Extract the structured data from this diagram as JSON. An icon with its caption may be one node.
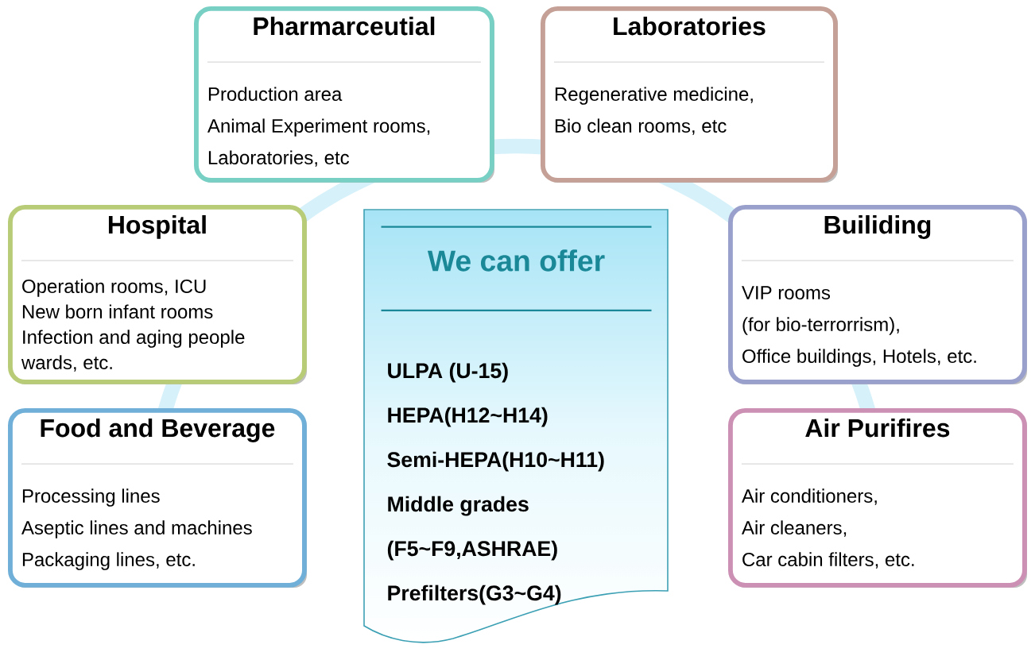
{
  "diagram": {
    "nodes": [
      {
        "text": [
          "Pharmarceutial",
          "Production area",
          "Animal Experiment rooms, Laboratories, etc"
        ]
      },
      {
        "text": [
          "Laboratories",
          "Regenerative medicine,",
          "Bio clean rooms, etc"
        ]
      },
      {
        "text": [
          "Hospital",
          "Operation rooms, ICU",
          "New born infant rooms",
          "Infection and aging people wards, etc."
        ]
      },
      {
        "text": [
          "We can offer",
          "ULPA (U-15)",
          "HEPA(H12~H14)",
          "Semi-HEPA(H10~H11)",
          "Middle grades (F5~F9,ASHRAE)",
          "Prefilters(G3~G4)"
        ]
      },
      {
        "text": [
          "Builiding",
          "VIP rooms",
          "(for bio-terrorrism),",
          "Office buildings, Hotels, etc."
        ]
      },
      {
        "text": [
          "Food and Beverage",
          "Processing lines",
          "Aseptic lines and machines",
          "Packaging lines, etc."
        ]
      },
      {
        "text": [
          "Air Purifires",
          "Air conditioners,",
          "Air cleaners,",
          "Car cabin filters, etc."
        ]
      }
    ]
  }
}
